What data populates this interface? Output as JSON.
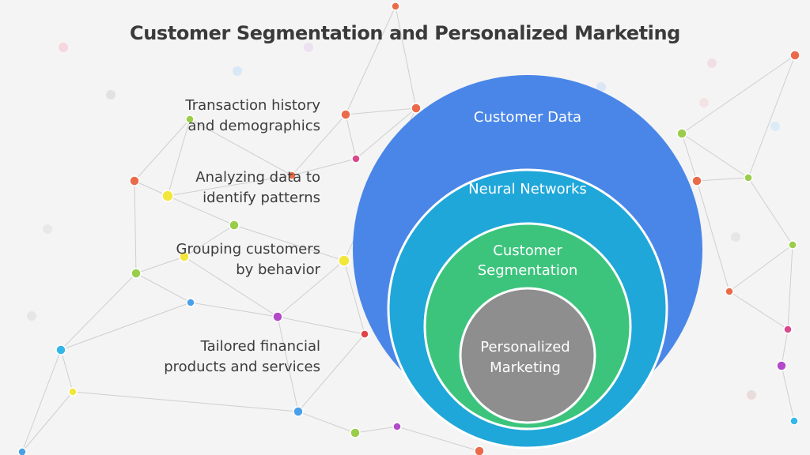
{
  "title": "Customer Segmentation and Personalized Marketing",
  "layers": [
    {
      "name": "Customer Data",
      "description": [
        "Transaction history",
        "and demographics"
      ],
      "color": "#4a86e8"
    },
    {
      "name": "Neural Networks",
      "description": [
        "Analyzing data to",
        "identify patterns"
      ],
      "color": "#1fa7d9"
    },
    {
      "name": [
        "Customer",
        "Segmentation"
      ],
      "description": [
        "Grouping customers",
        "by behavior"
      ],
      "color": "#3cc47d"
    },
    {
      "name": [
        "Personalized",
        "Marketing"
      ],
      "description": [
        "Tailored financial",
        "products and services"
      ],
      "color": "#8e8e8e"
    }
  ]
}
